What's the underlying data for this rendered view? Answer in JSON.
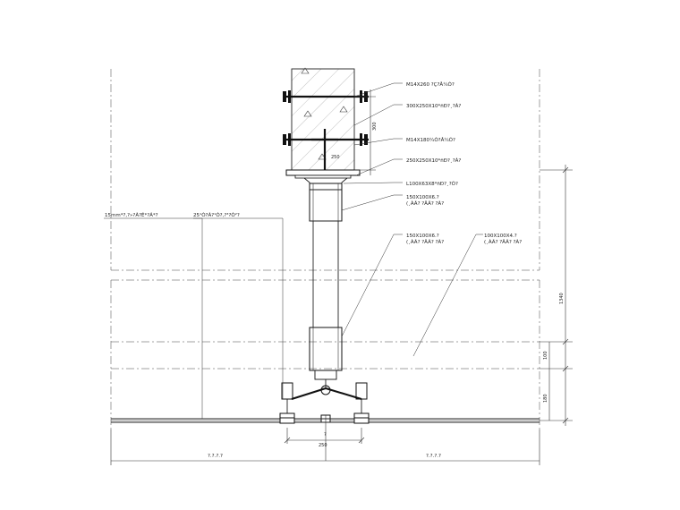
{
  "callouts": {
    "bolt_top": "M14X260 ?Ç?Â¼Ó?",
    "plate_top": "300X250X10*ñÐ?¸?À?",
    "bolt_mid": "M14X180¼Ó?Â¼Ó?",
    "plate_bottom": "250X250X10*ñÐ?¸?À?",
    "angle": "L100X63X8*ñÐ?¸?Ó?",
    "tube_upper_1": "150X100X6.?",
    "tube_upper_2": "(¸ÀÃ? ?ÂÃ? ?À?",
    "tube_lower_1": "150X100X6.?",
    "tube_lower_2": "(¸ÀÃ? ?ÂÃ? ?À?",
    "tube_small_1": "100X100X4.?",
    "tube_small_2": "(¸ÀÃ? ?ÂÃ? ?À?",
    "glass_left": "15mm*?,?»?À?É*?Á*?",
    "glass_mid": "25¹Ò?À?¹Ò?,?³?Ò²?"
  },
  "dimensions": {
    "wall_300": "300",
    "wall_250": "250",
    "total_1340": "1340",
    "d_100": "100",
    "d_180": "180",
    "bottom_250": "250",
    "bottom_joint": "?"
  },
  "footer": {
    "left_label": "?.?.?.?",
    "right_label": "?.?.?.?"
  }
}
